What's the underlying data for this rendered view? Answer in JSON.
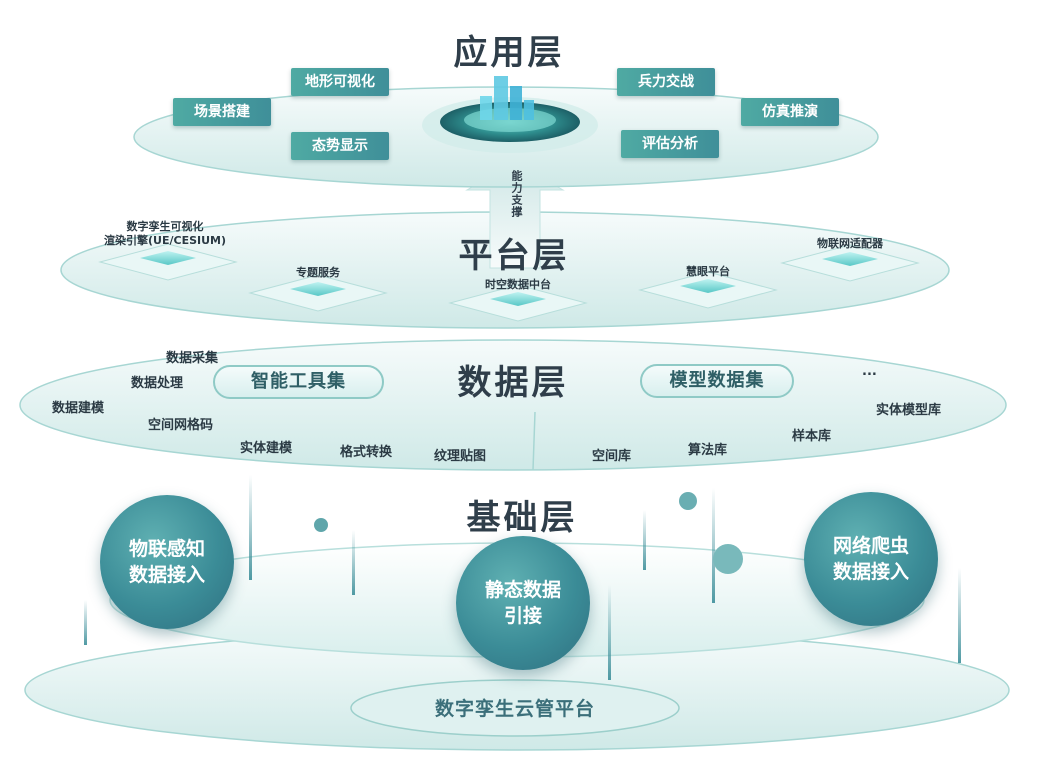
{
  "layers": {
    "application": {
      "title": "应用层",
      "tags": [
        "场景搭建",
        "地形可视化",
        "态势显示",
        "兵力交战",
        "评估分析",
        "仿真推演"
      ]
    },
    "support_label": "能力支撑",
    "platform": {
      "title": "平台层",
      "engine_label": "数字孪生可视化\n渲染引擎(UE/CESIUM)",
      "modules": [
        "专题服务",
        "时空数据中台",
        "慧眼平台",
        "物联网适配器"
      ]
    },
    "data": {
      "title": "数据层",
      "pills": [
        "智能工具集",
        "模型数据集"
      ],
      "tool_items": [
        "数据采集",
        "数据处理",
        "数据建模",
        "空间网格码",
        "实体建模",
        "格式转换",
        "纹理贴图"
      ],
      "model_items": [
        "空间库",
        "算法库",
        "样本库",
        "实体模型库",
        "..."
      ]
    },
    "foundation": {
      "title": "基础层",
      "orbs": [
        "物联感知\n数据接入",
        "静态数据\n引接",
        "网络爬虫\n数据接入"
      ],
      "platform_name": "数字孪生云管平台"
    }
  },
  "colors": {
    "teal_dark": "#3b8c97",
    "teal_light": "#8fcac6",
    "title_text": "#2f3e4a",
    "ellipse_fill": "#e6f4f3"
  },
  "icons": [
    "city-hologram-icon",
    "chip-platform-icon",
    "support-arrow-icon",
    "sphere-icon"
  ]
}
